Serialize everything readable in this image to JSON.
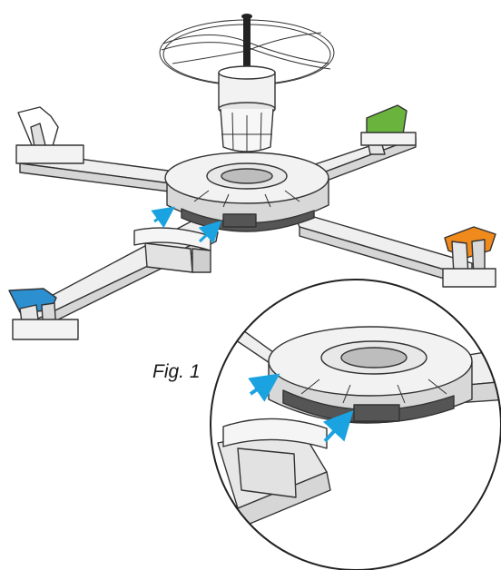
{
  "figure": {
    "caption": "Fig. 1"
  },
  "colors": {
    "landing_pad_blue": "#2b8fd0",
    "landing_pad_green": "#6ab43e",
    "landing_pad_orange": "#f08a1c",
    "arrow_cyan": "#1aa3e0",
    "body_fill": "#eeeeee",
    "shadow_fill": "#cfcfcf",
    "dark_fill": "#555555"
  },
  "icons": [
    "rotor-blade",
    "motor-pod",
    "hub",
    "landing-pad",
    "arrow",
    "detail-magnifier"
  ]
}
